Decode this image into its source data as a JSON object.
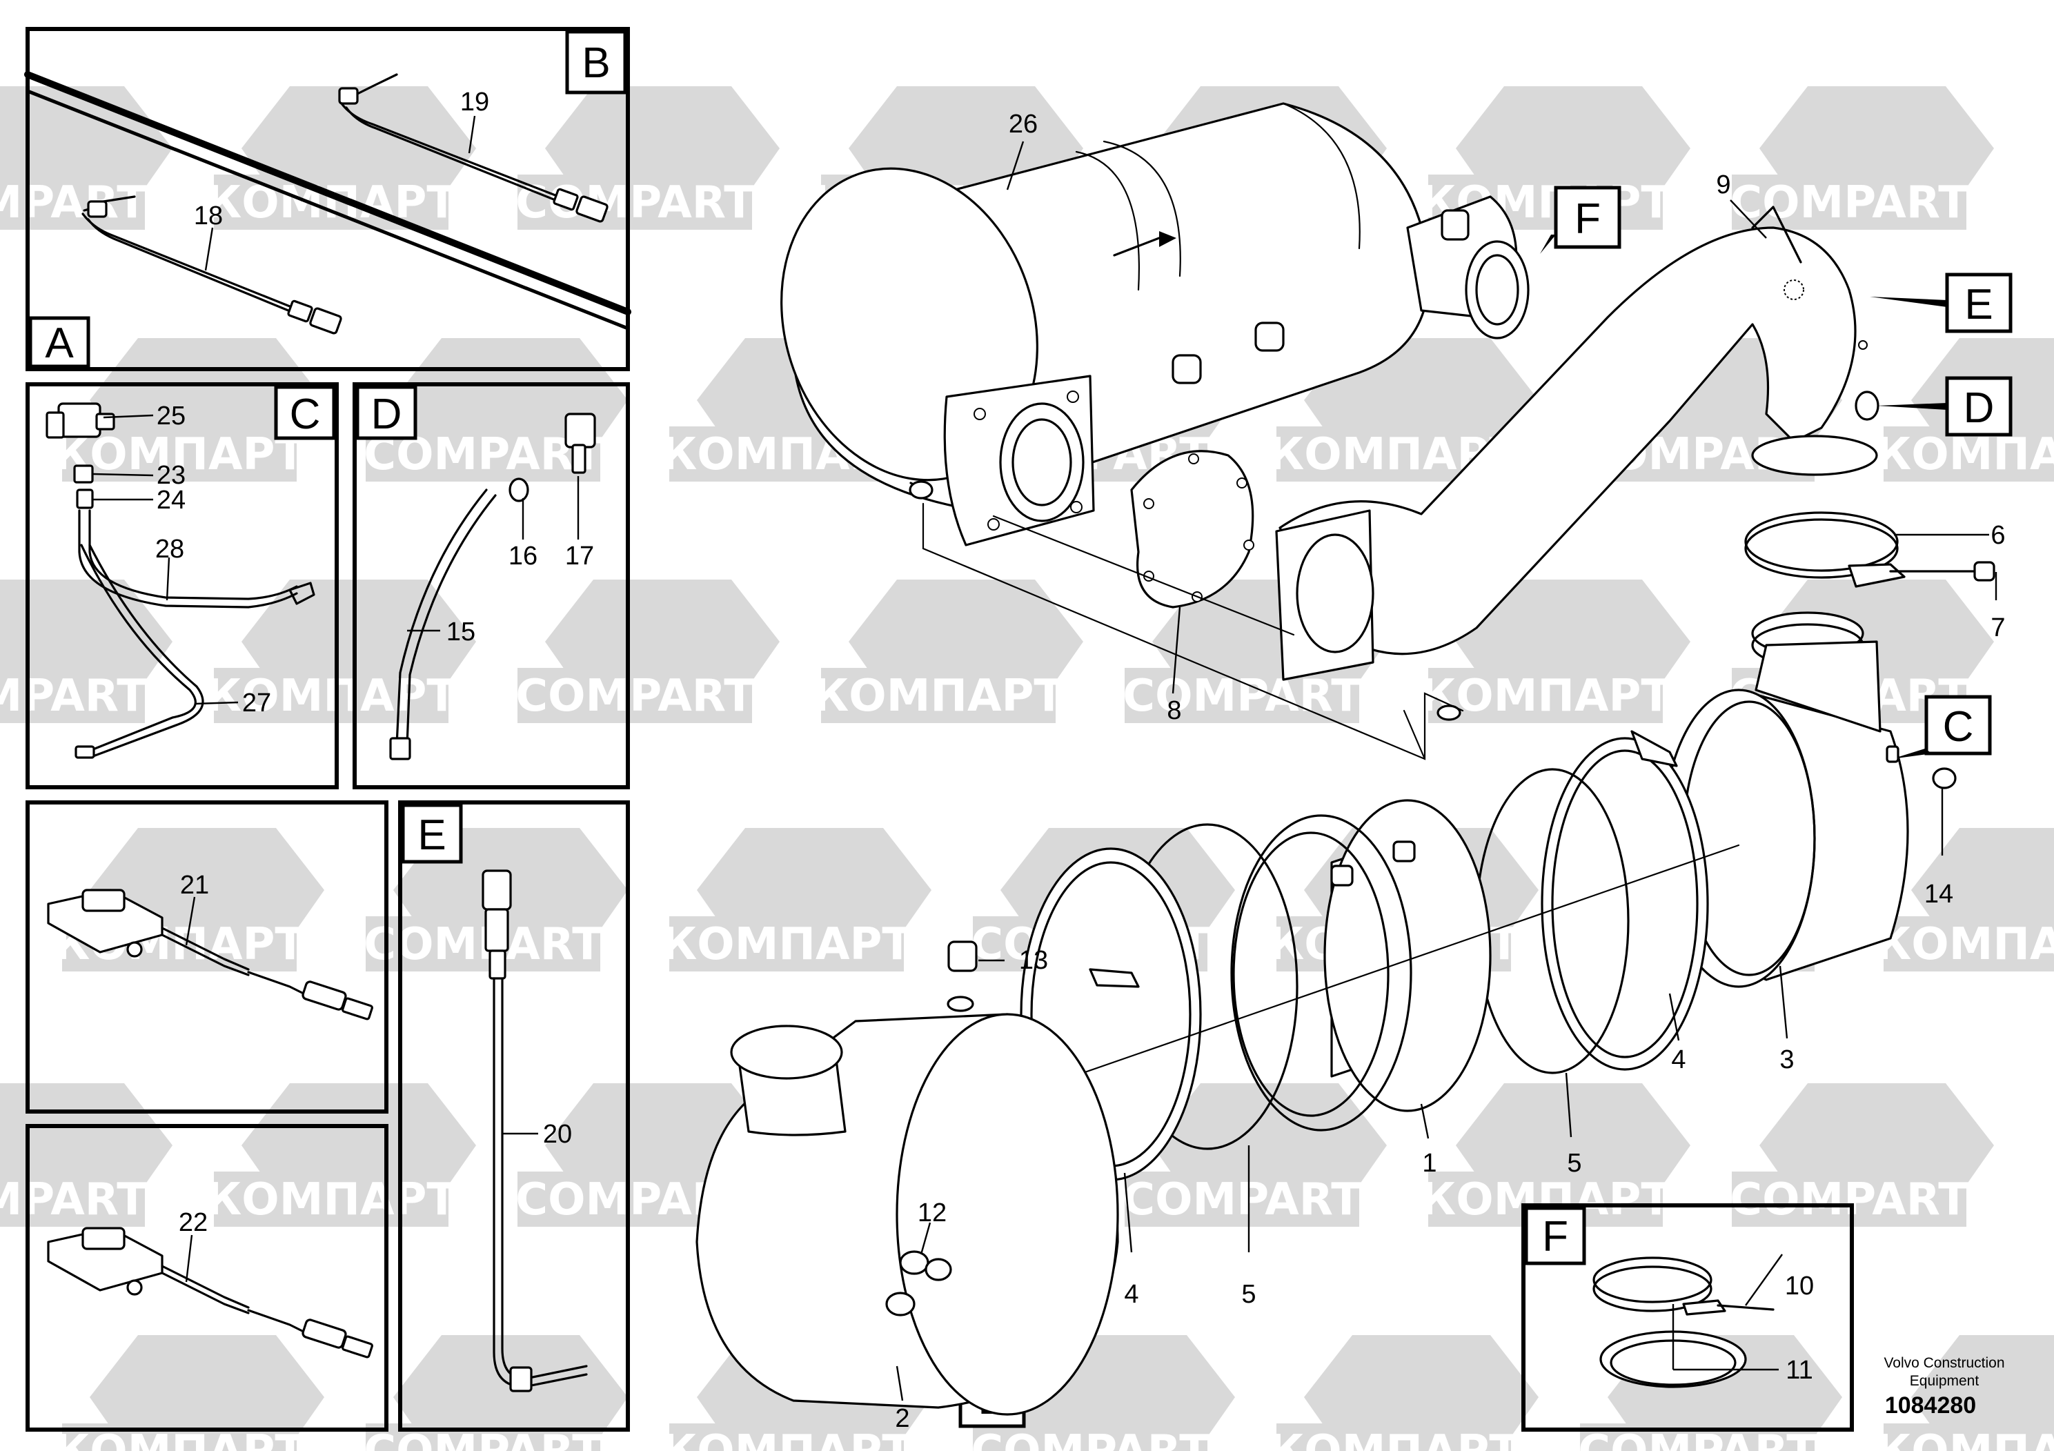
{
  "watermark": {
    "latin": "COMPART",
    "cyrillic": "КОМПАРТ"
  },
  "callouts": {
    "c1": "1",
    "c2": "2",
    "c3": "3",
    "c4a": "4",
    "c4b": "4",
    "c5a": "5",
    "c5b": "5",
    "c6": "6",
    "c7": "7",
    "c8": "8",
    "c9": "9",
    "c10": "10",
    "c11": "11",
    "c12": "12",
    "c13": "13",
    "c14": "14",
    "c15": "15",
    "c16": "16",
    "c17": "17",
    "c18": "18",
    "c19": "19",
    "c20": "20",
    "c21": "21",
    "c22": "22",
    "c23": "23",
    "c24": "24",
    "c25": "25",
    "c26": "26",
    "c27": "27",
    "c28": "28"
  },
  "detail_labels": {
    "A": "A",
    "B": "B",
    "C": "C",
    "D": "D",
    "E": "E",
    "F": "F"
  },
  "footer": {
    "line1": "Volvo Construction",
    "line2": "Equipment",
    "doc_number": "1084280"
  }
}
